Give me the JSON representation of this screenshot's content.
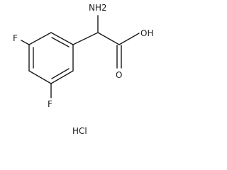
{
  "structure": {
    "labels": {
      "amine": "NH2",
      "acid": "OH",
      "carbonyl_oxygen": "O",
      "fluorine_top": "F",
      "fluorine_bottom": "F",
      "salt": "HCl"
    }
  }
}
